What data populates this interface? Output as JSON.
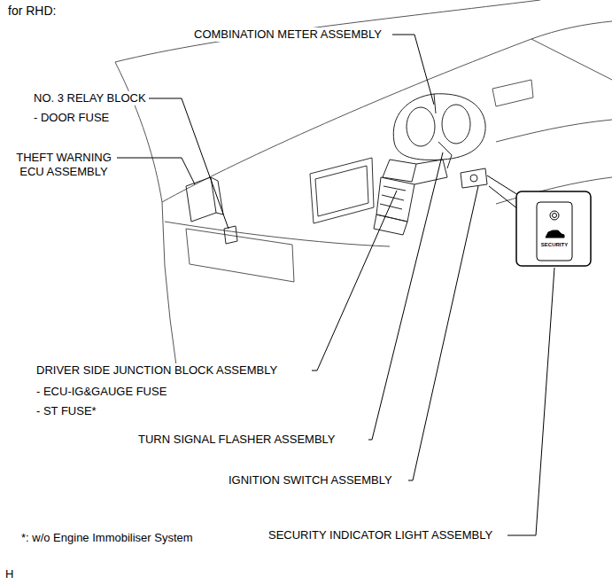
{
  "diagram": {
    "title": "for RHD:",
    "labels": [
      "COMBINATION METER ASSEMBLY",
      "NO. 3 RELAY BLOCK",
      "- DOOR FUSE",
      "THEFT WARNING ECU ASSEMBLY",
      "SECURITY",
      "DRIVER SIDE JUNCTION BLOCK ASSEMBLY",
      "- ECU-IG&GAUGE FUSE",
      "- ST FUSE*",
      "TURN SIGNAL FLASHER ASSEMBLY",
      "IGNITION SWITCH ASSEMBLY",
      "*: w/o Engine Immobiliser System",
      "SECURITY INDICATOR LIGHT ASSEMBLY",
      "H"
    ]
  }
}
